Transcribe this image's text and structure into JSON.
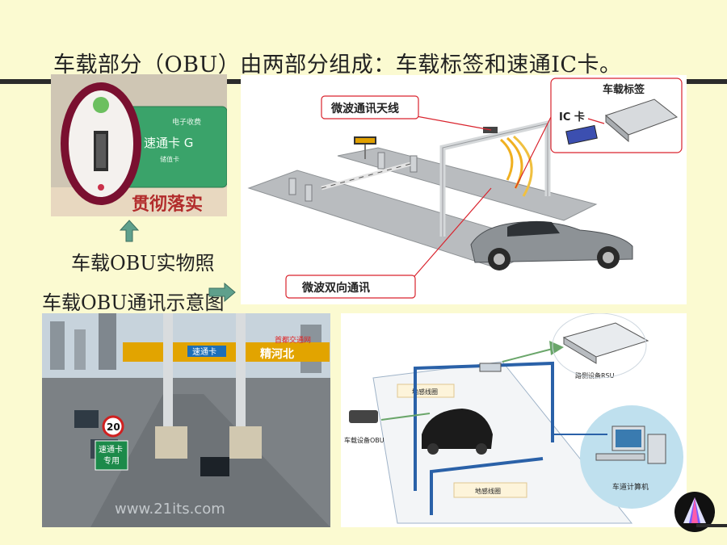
{
  "slide": {
    "title": "车载部分（OBU）由两部分组成：车载标签和速通IC卡。",
    "caption_photo": "车载OBU实物照",
    "caption_diagram": "车载OBU通讯示意图"
  },
  "photo_obu": {
    "card_line1": "电子收费",
    "card_line2": "速通卡 G",
    "card_line3": "储值卡",
    "banner_text": "贯彻落实"
  },
  "diagram_comm": {
    "label_antenna": "微波通讯天线",
    "label_tag": "车载标签",
    "label_ic": "IC 卡",
    "label_two_way": "微波双向通讯"
  },
  "photo_toll": {
    "sign_left": "速通卡",
    "sign_right": "精河北",
    "sign_top": "首都交通网",
    "speed_limit": "20",
    "lane_sign_line1": "速通卡",
    "lane_sign_line2": "专用",
    "watermark": "www.21its.com"
  },
  "diagram_lane": {
    "label_loop_top": "地感线圈",
    "label_loop_bottom": "地感线圈",
    "label_rsu": "路侧设备RSU",
    "label_obu": "车载设备OBU",
    "label_computer": "车道计算机"
  },
  "colors": {
    "background": "#fbfad1",
    "rule": "#2b2b2b",
    "arrow": "#5fa08c",
    "callout_red": "#d9232d"
  }
}
